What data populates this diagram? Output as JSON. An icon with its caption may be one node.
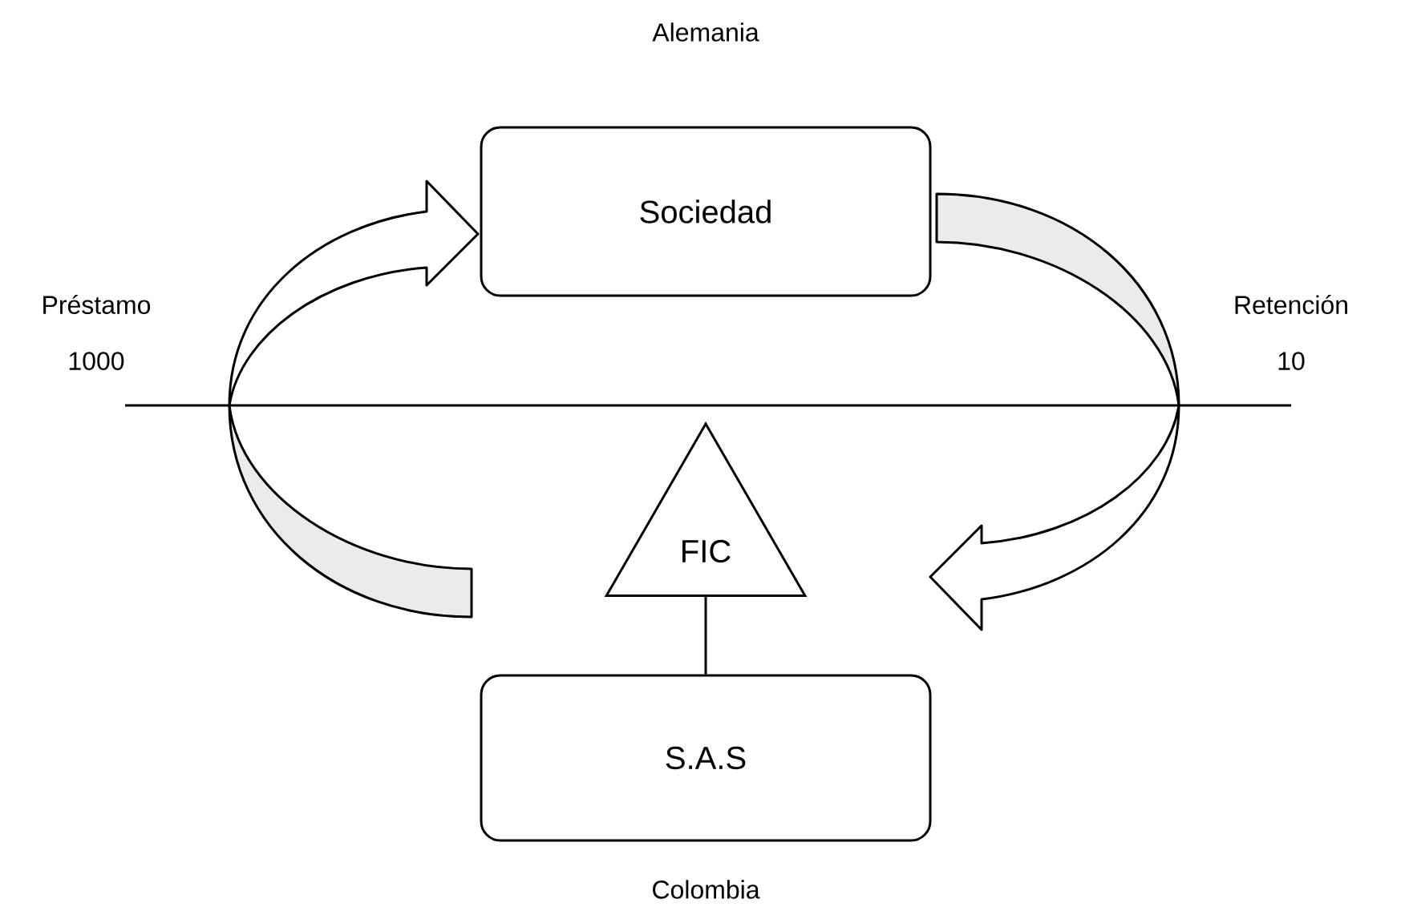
{
  "diagram": {
    "nodes": [
      {
        "text": [
          "Sociedad"
        ],
        "beside": [
          "Alemania"
        ]
      },
      {
        "text": [
          "FIC"
        ]
      },
      {
        "text": [
          "S.A.S"
        ],
        "beside": [
          "Colombia"
        ]
      }
    ],
    "edges": [
      {
        "from": 1,
        "to": 2,
        "arrow": "none"
      },
      {
        "from": null,
        "to": 0,
        "arrow": "to"
      },
      {
        "from": 0,
        "to": null,
        "arrow": "to"
      }
    ],
    "labels": [
      "Préstamo 1000",
      "Retención 10"
    ]
  }
}
